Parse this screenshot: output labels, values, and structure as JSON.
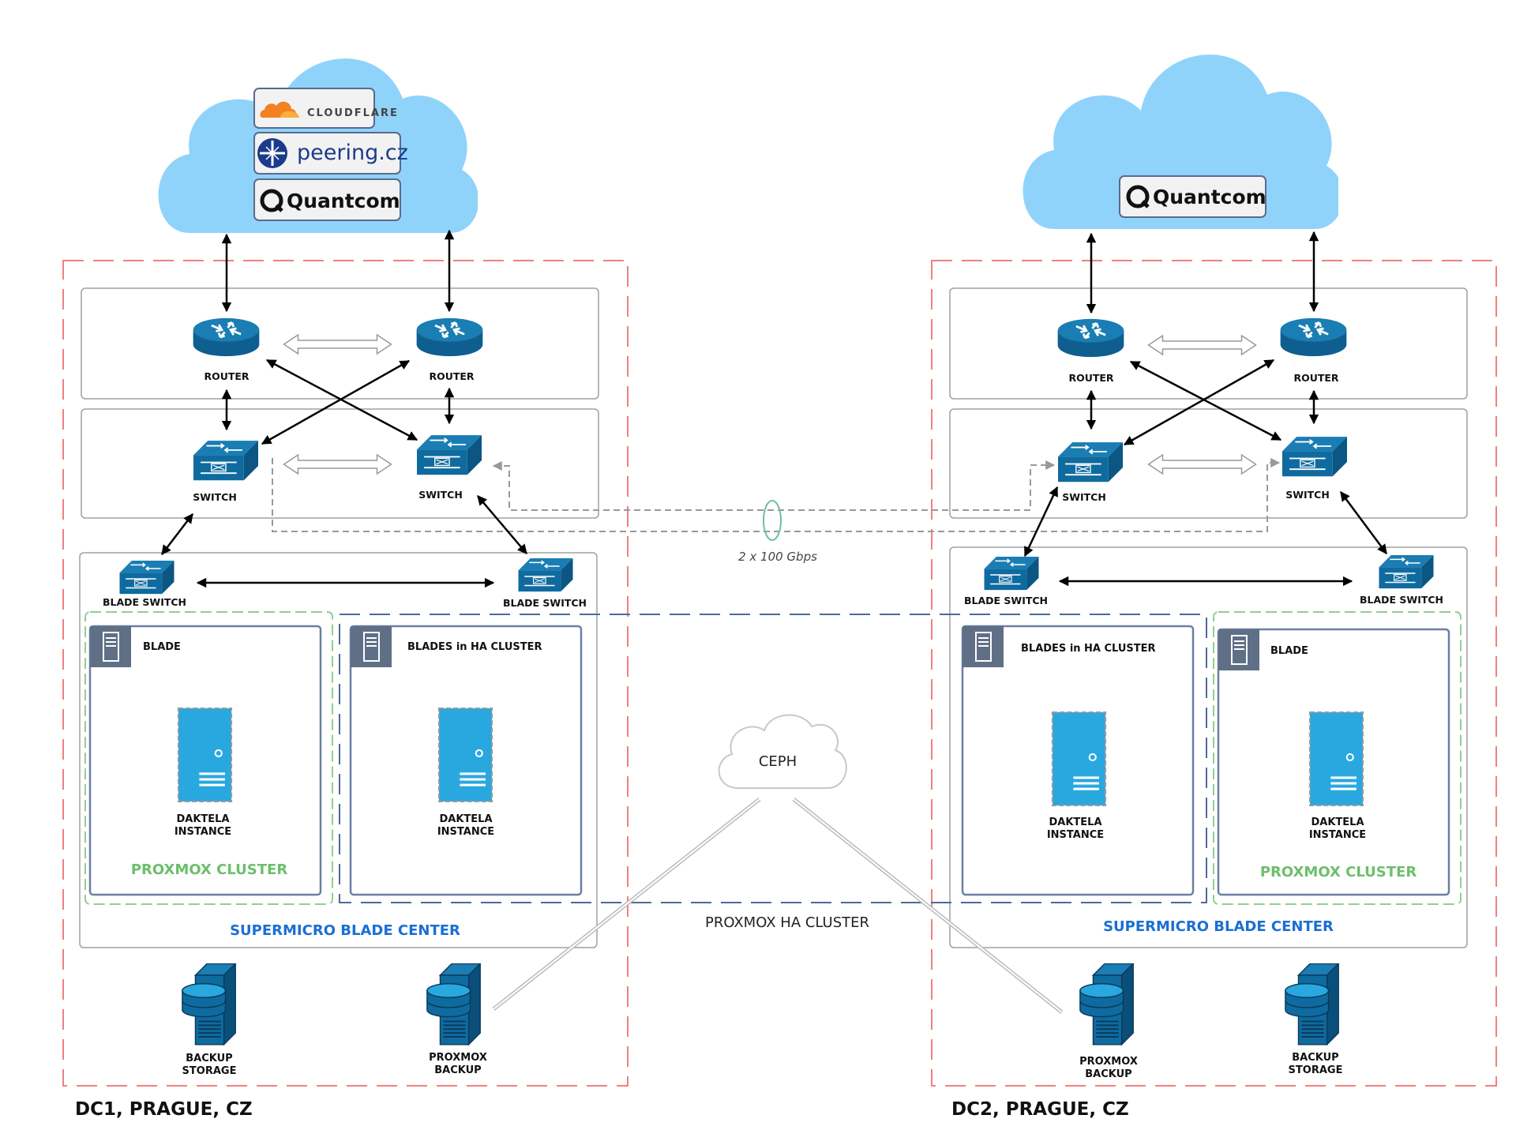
{
  "datacenters": [
    {
      "name": "DC1, PRAGUE, CZ"
    },
    {
      "name": "DC2, PRAGUE, CZ"
    }
  ],
  "providers": {
    "dc1": [
      "CLOUDFLARE",
      "peering.cz",
      "Quantcom"
    ],
    "dc2": [
      "Quantcom"
    ]
  },
  "labels": {
    "router": "ROUTER",
    "switch": "SWITCH",
    "blade_switch": "BLADE SWITCH",
    "blade": "BLADE",
    "blades_ha": "BLADES in HA CLUSTER",
    "daktela_1": "DAKTELA",
    "daktela_2": "INSTANCE",
    "proxmox_cluster": "PROXMOX CLUSTER",
    "supermicro": "SUPERMICRO BLADE CENTER",
    "backup_storage_1": "BACKUP",
    "backup_storage_2": "STORAGE",
    "proxmox_backup_1": "PROXMOX",
    "proxmox_backup_2": "BACKUP",
    "link_speed": "2 x 100 Gbps",
    "ceph": "CEPH",
    "proxmox_ha": "PROXMOX HA CLUSTER"
  },
  "colors": {
    "cloud": "#8fd3fb",
    "device": "#0f6b9f",
    "server": "#29a8e0",
    "dc_border": "#f08080",
    "blade_border": "#6a7fa4",
    "proxmox_green": "#6cbf6c",
    "supermicro_blue": "#1a6fd4"
  }
}
